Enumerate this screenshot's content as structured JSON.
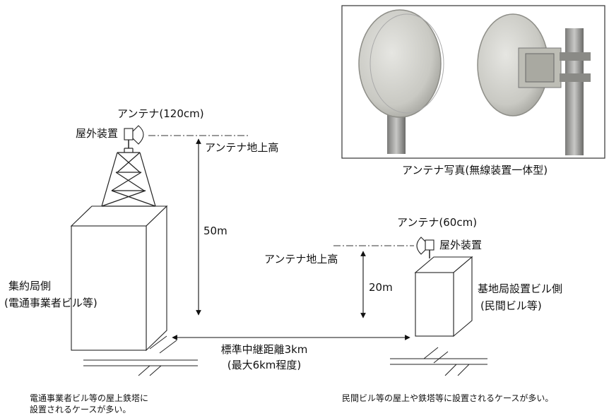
{
  "photo": {
    "caption": "アンテナ写真(無線装置一体型)"
  },
  "left_station": {
    "antenna_label": "アンテナ(120cm)",
    "outdoor_unit_label": "屋外装置",
    "height_label": "アンテナ地上高",
    "height_value": "50m",
    "name": "集約局側",
    "sub_name": "(電通事業者ビル等)",
    "note_line1": "電通事業者ビル等の屋上鉄塔に",
    "note_line2": "設置されるケースが多い。"
  },
  "right_station": {
    "antenna_label": "アンテナ(60cm)",
    "outdoor_unit_label": "屋外装置",
    "height_label": "アンテナ地上高",
    "height_value": "20m",
    "name": "基地局設置ビル側",
    "sub_name": "(民間ビル等)",
    "note": "民間ビル等の屋上や鉄塔等に設置されるケースが多い。"
  },
  "distance": {
    "label": "標準中継距離3km",
    "sub_label": "(最大6km程度)"
  }
}
